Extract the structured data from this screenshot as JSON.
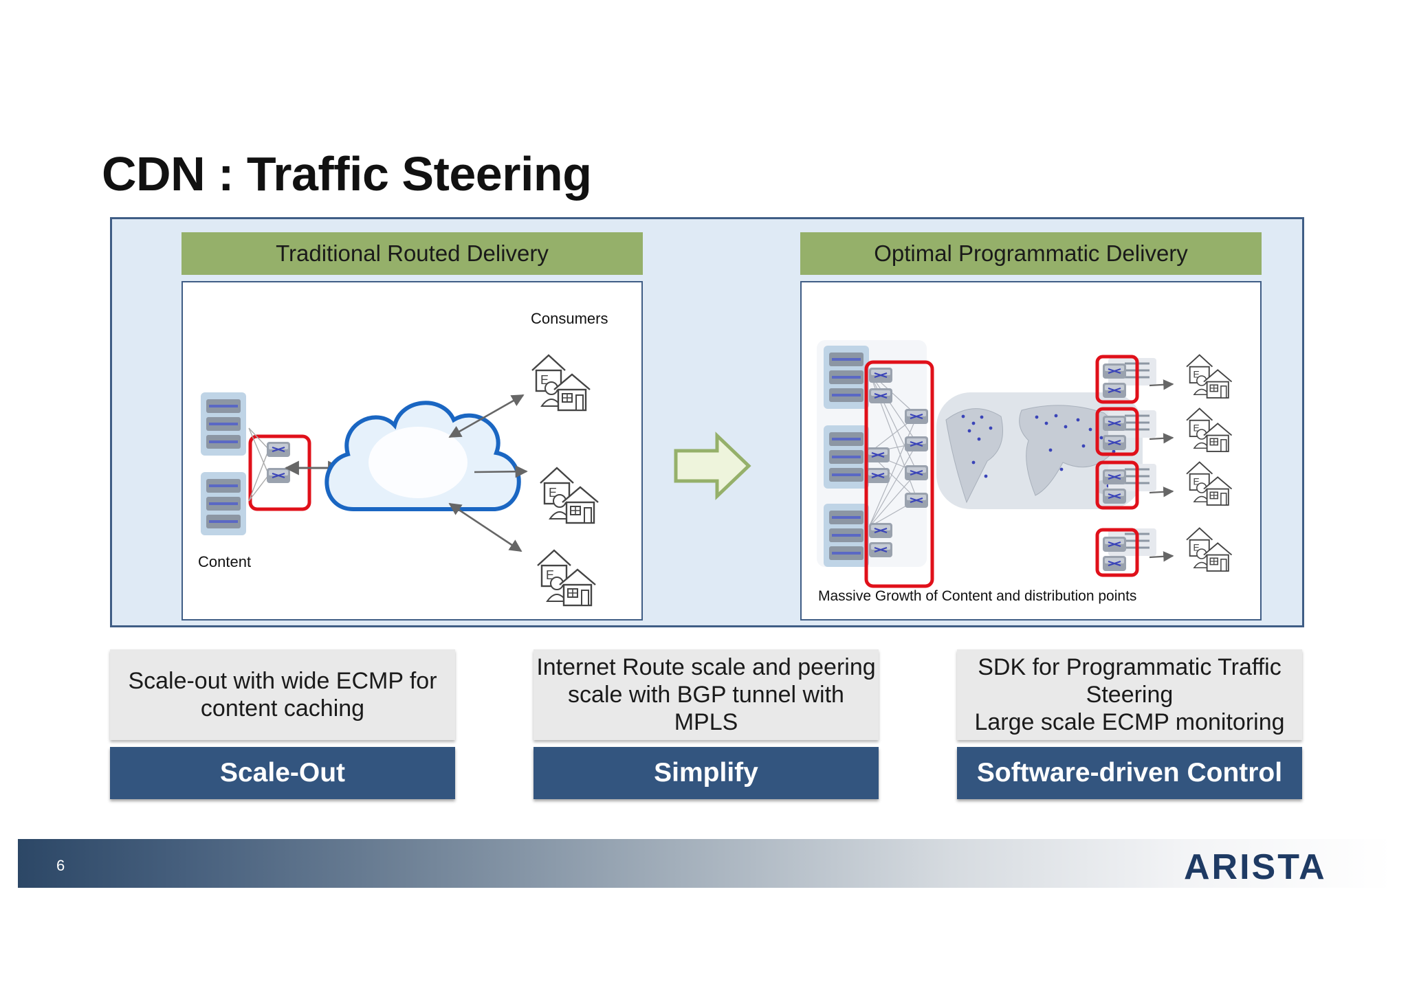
{
  "slide": {
    "title": "CDN : Traffic Steering",
    "page_number": "6",
    "brand": "ARISTA"
  },
  "diagram": {
    "left_panel": {
      "header": "Traditional Routed Delivery",
      "consumers_label": "Consumers",
      "content_label": "Content"
    },
    "right_panel": {
      "header": "Optimal Programmatic Delivery",
      "caption": "Massive Growth of Content and distribution points"
    }
  },
  "pillars": [
    {
      "description_lines": [
        "Scale-out with wide ECMP for",
        "content caching"
      ],
      "label": "Scale-Out"
    },
    {
      "description_lines": [
        "Internet Route scale and peering",
        "scale with BGP tunnel with MPLS"
      ],
      "label": "Simplify"
    },
    {
      "description_lines": [
        "SDK for Programmatic Traffic",
        "Steering",
        "Large scale ECMP monitoring"
      ],
      "label": "Software-driven Control"
    }
  ],
  "colors": {
    "header_green": "#95b06a",
    "pillar_blue": "#33557f",
    "highlight_red": "#e0101a",
    "panel_border": "#3f5d85"
  }
}
